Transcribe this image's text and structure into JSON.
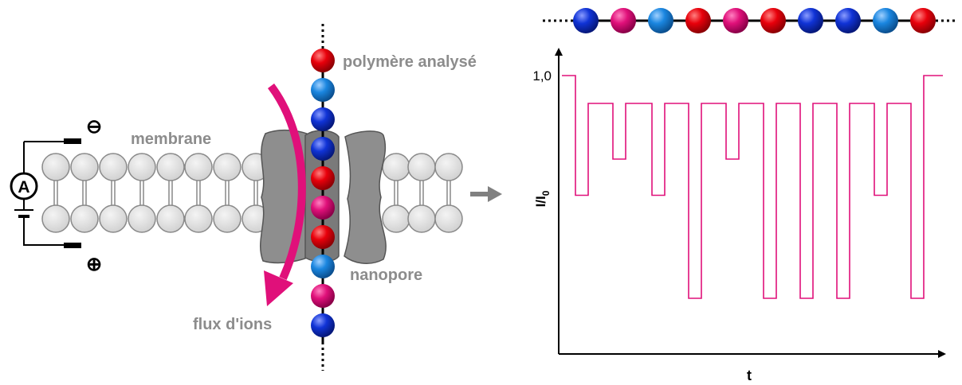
{
  "labels": {
    "polymer": "polymère analysé",
    "membrane": "membrane",
    "nanopore": "nanopore",
    "ion_flux": "flux d'ions",
    "ammeter": "A",
    "minus": "⊖",
    "plus": "⊕"
  },
  "graph": {
    "y_axis_label_main": "I/I",
    "y_axis_label_sub": "0",
    "y_tick_label": "1,0",
    "x_axis_label": "t"
  },
  "colors": {
    "red": "#e8000b",
    "pink": "#e0107a",
    "light_blue": "#1a86e0",
    "dark_blue": "#1033d6",
    "trace": "#e0107a",
    "gray_label": "#8c8c8c"
  },
  "chain_sequence_top": [
    "dark_blue",
    "pink",
    "light_blue",
    "red",
    "pink",
    "red",
    "dark_blue",
    "dark_blue",
    "light_blue",
    "red"
  ],
  "chain_sequence_vertical": [
    "red",
    "light_blue",
    "dark_blue",
    "dark_blue",
    "red",
    "pink",
    "red",
    "light_blue",
    "pink",
    "dark_blue"
  ],
  "trace": {
    "baseline": 1.0,
    "open_level": 0.9,
    "levels": [
      0.57,
      0.7,
      0.2,
      0.9,
      0.7,
      0.2,
      0.9,
      0.2,
      0.57,
      0.7,
      0.57,
      0.9,
      0.7,
      0.2
    ]
  }
}
